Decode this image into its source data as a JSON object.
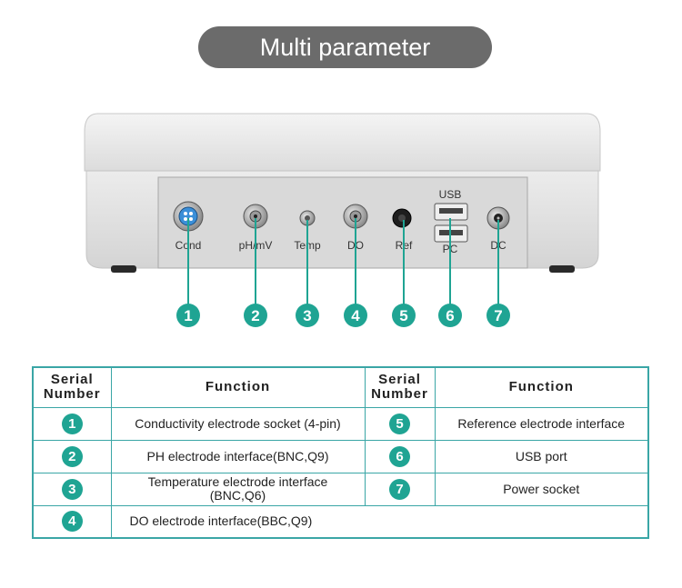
{
  "title": "Multi parameter",
  "device": {
    "port_labels": [
      "Cond",
      "pH/mV",
      "Temp",
      "DO",
      "Ref",
      "PC",
      "DC"
    ],
    "usb_label": "USB",
    "callouts": [
      "1",
      "2",
      "3",
      "4",
      "5",
      "6",
      "7"
    ]
  },
  "table": {
    "headers": {
      "serial_line1": "Serial",
      "serial_line2": "Number",
      "function": "Function"
    },
    "rows_left": [
      {
        "num": "1",
        "func": "Conductivity electrode socket (4-pin)"
      },
      {
        "num": "2",
        "func": "PH electrode interface(BNC,Q9)"
      },
      {
        "num": "3",
        "func_line1": "Temperature electrode interface",
        "func_line2": "(BNC,Q6)"
      },
      {
        "num": "4",
        "func": "DO electrode interface(BBC,Q9)"
      }
    ],
    "rows_right": [
      {
        "num": "5",
        "func": "Reference electrode interface"
      },
      {
        "num": "6",
        "func": "USB port"
      },
      {
        "num": "7",
        "func": "Power socket"
      }
    ]
  },
  "colors": {
    "accent": "#1fa493",
    "border": "#3aa6a6",
    "pill": "#6b6b6b"
  }
}
